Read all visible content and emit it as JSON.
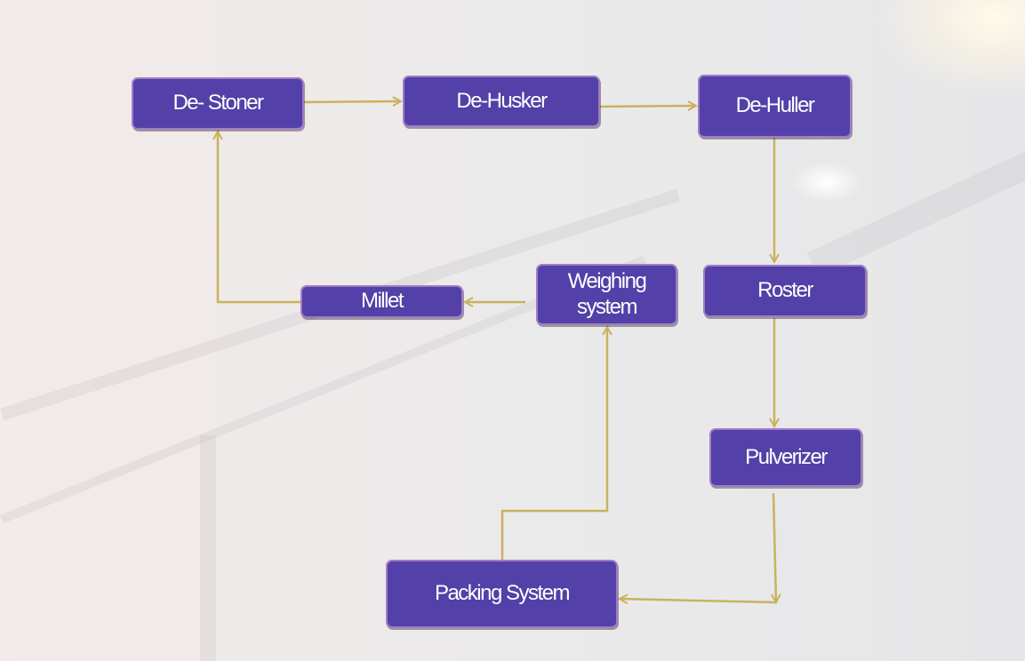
{
  "diagram": {
    "nodes": {
      "destoner": "De- Stoner",
      "dehusker": "De-Husker",
      "dehuller": "De-Huller",
      "roster": "Roster",
      "pulverizer": "Pulverizer",
      "packing": "Packing System",
      "weighing": "Weighing system",
      "millet": "Millet"
    },
    "colors": {
      "node_fill": "#5340a8",
      "node_border": "#a27cc4",
      "arrow": "#c9b25e"
    }
  }
}
